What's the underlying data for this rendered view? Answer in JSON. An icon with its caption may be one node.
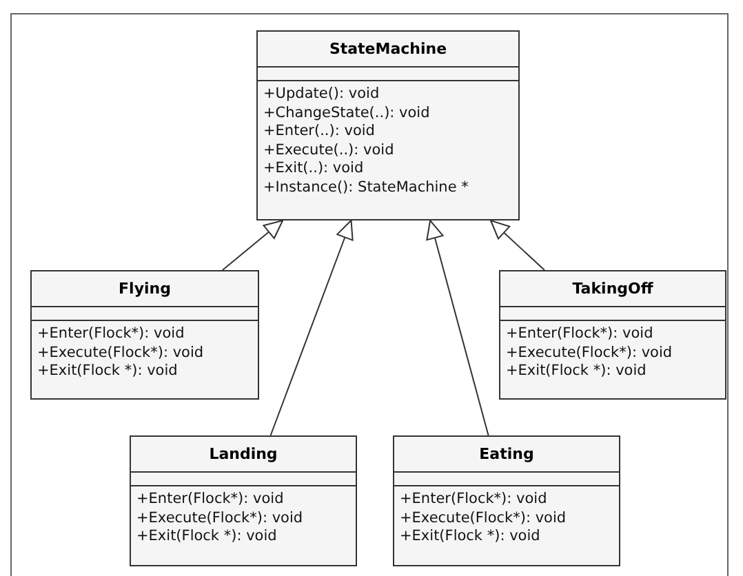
{
  "diagram": {
    "nodes": [
      {
        "text": [
          "StateMachine",
          "+Update(): void",
          "+ChangeState(..): void",
          "+Enter(..): void",
          "+Execute(..): void",
          "+Exit(..): void",
          "+Instance(): StateMachine *"
        ]
      },
      {
        "text": [
          "Flying",
          "+Enter(Flock*): void",
          "+Execute(Flock*): void",
          "+Exit(Flock *): void"
        ]
      },
      {
        "text": [
          "TakingOff",
          "+Enter(Flock*): void",
          "+Execute(Flock*): void",
          "+Exit(Flock *): void"
        ]
      },
      {
        "text": [
          "Landing",
          "+Enter(Flock*): void",
          "+Execute(Flock*): void",
          "+Exit(Flock *): void"
        ]
      },
      {
        "text": [
          "Eating",
          "+Enter(Flock*): void",
          "+Execute(Flock*): void",
          "+Exit(Flock *): void"
        ]
      }
    ],
    "edges": [
      {
        "from": 1,
        "to": 0,
        "arrow": "to"
      },
      {
        "from": 2,
        "to": 0,
        "arrow": "to"
      },
      {
        "from": 3,
        "to": 0,
        "arrow": "to"
      },
      {
        "from": 4,
        "to": 0,
        "arrow": "to"
      }
    ]
  }
}
